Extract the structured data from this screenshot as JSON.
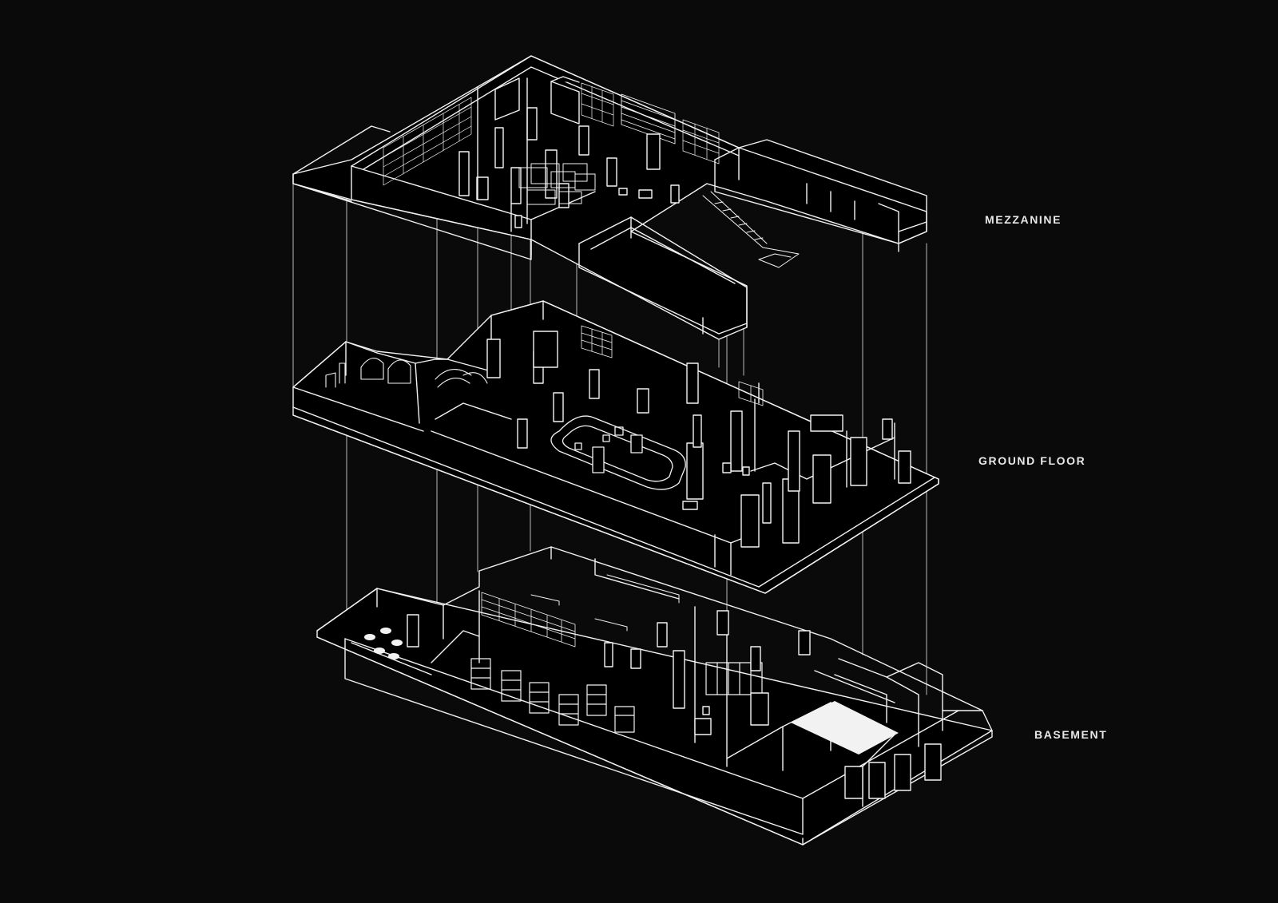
{
  "levels": {
    "mezzanine": "MEZZANINE",
    "ground_floor": "GROUND FLOOR",
    "basement": "BASEMENT"
  },
  "colors": {
    "background": "#0a0a0a",
    "linework": "#f2f2f2",
    "floor_fill": "#000000",
    "label": "#e8e8e8"
  }
}
